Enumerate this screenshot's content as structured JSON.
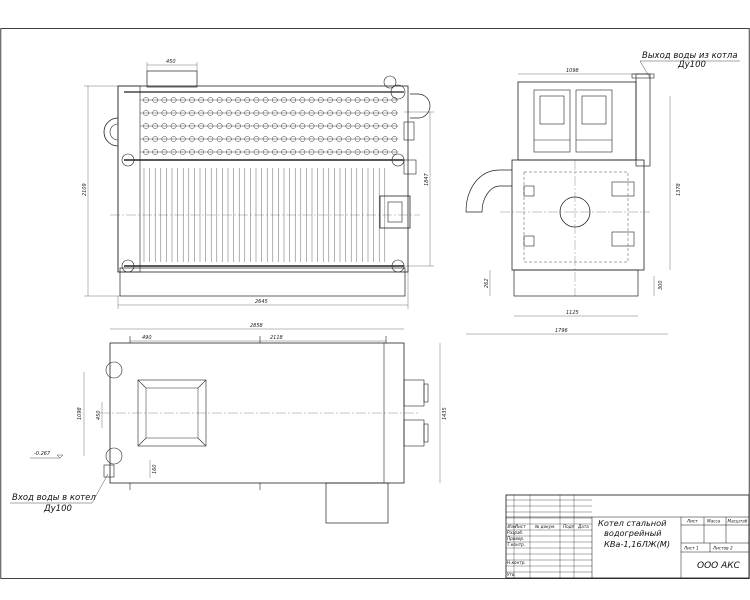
{
  "drawing": {
    "label_water_out": "Выход воды из котла",
    "label_water_out_size": "Ду100",
    "label_water_in": "Вход воды в котел",
    "label_water_in_size": "Ду100"
  },
  "dims": {
    "front": {
      "top": "450",
      "height": "2109",
      "inner_height": "1847",
      "width": "2645"
    },
    "side": {
      "top": "1098",
      "height": "1378",
      "left": "262",
      "right": "300",
      "base": "1125",
      "width": "1796"
    },
    "plan": {
      "total": "2858",
      "left": "490",
      "span": "2118",
      "depth_left": "1098",
      "inner": "450",
      "depth_right": "1435",
      "small": "160",
      "elevation": "-0.267"
    }
  },
  "title_block": {
    "title_line1": "Котел стальной",
    "title_line2": "водогрейный",
    "title_line3": "КВа-1,16ЛЖ(М)",
    "org": "ООО АКС",
    "col_sheet": "Лист",
    "col_mass": "Масса",
    "col_scale": "Масштаб",
    "sheet_label": "Лист 1",
    "sheets_label": "Листов 2",
    "hdr_change": "Изм",
    "hdr_sheet": "Лист",
    "hdr_doc": "№ докум.",
    "hdr_sign": "Подп",
    "hdr_date": "Дата",
    "role_dev": "Разраб.",
    "role_check": "Провер.",
    "role_tcontrol": "Т.контр.",
    "role_ncontrol": "Н.контр.",
    "role_approve": "Утв."
  }
}
